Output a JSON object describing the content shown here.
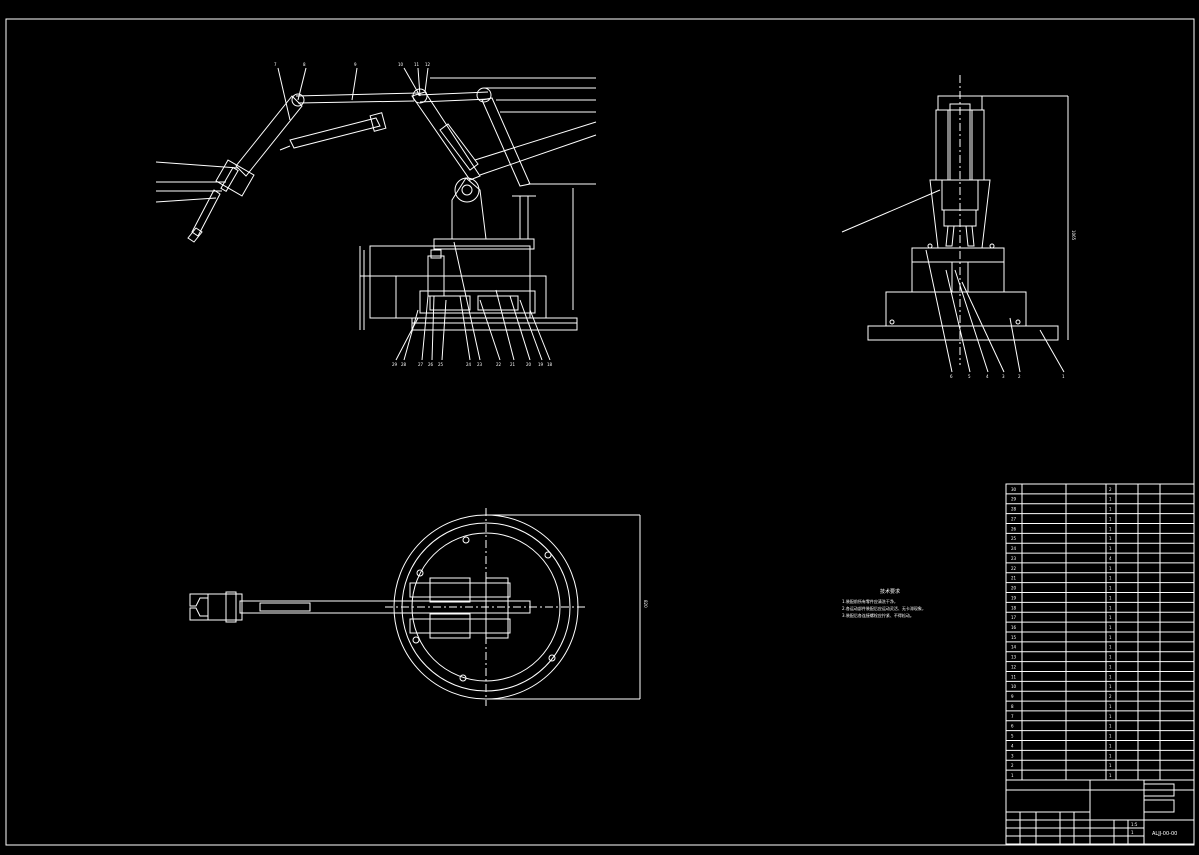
{
  "drawing": {
    "title_block": {
      "drawing_number": "ALJJ-00-00",
      "scale": "1:5",
      "sheet_label": "1"
    },
    "notes": {
      "heading": "技术要求",
      "lines": [
        "1.装配前所有零件应清洗干净，",
        "2.各运动部件装配后应运动灵活、无卡滞现象，",
        "3.装配后各连接螺栓应拧紧、不得松动。"
      ]
    },
    "side_view_balloons_top": [
      "7",
      "8",
      "9",
      "10",
      "11",
      "12"
    ],
    "side_view_balloons_bottom": [
      "29",
      "28",
      "27",
      "26",
      "25",
      "24",
      "23",
      "22",
      "21",
      "20",
      "19",
      "18"
    ],
    "front_view_balloons_bottom": [
      "6",
      "5",
      "4",
      "3",
      "2",
      "1"
    ],
    "front_view_dimension": "1065",
    "plan_view_dimension": "820",
    "parts_list": {
      "rows": [
        {
          "no": "30",
          "qty": "2"
        },
        {
          "no": "29",
          "qty": "1"
        },
        {
          "no": "28",
          "qty": "1"
        },
        {
          "no": "27",
          "qty": "1"
        },
        {
          "no": "26",
          "qty": "1"
        },
        {
          "no": "25",
          "qty": "1"
        },
        {
          "no": "24",
          "qty": "1"
        },
        {
          "no": "23",
          "qty": "4"
        },
        {
          "no": "22",
          "qty": "1"
        },
        {
          "no": "21",
          "qty": "1"
        },
        {
          "no": "20",
          "qty": "1"
        },
        {
          "no": "19",
          "qty": "1"
        },
        {
          "no": "18",
          "qty": "1"
        },
        {
          "no": "17",
          "qty": "1"
        },
        {
          "no": "16",
          "qty": "1"
        },
        {
          "no": "15",
          "qty": "1"
        },
        {
          "no": "14",
          "qty": "1"
        },
        {
          "no": "13",
          "qty": "1"
        },
        {
          "no": "12",
          "qty": "1"
        },
        {
          "no": "11",
          "qty": "1"
        },
        {
          "no": "10",
          "qty": "1"
        },
        {
          "no": "9",
          "qty": "2"
        },
        {
          "no": "8",
          "qty": "1"
        },
        {
          "no": "7",
          "qty": "1"
        },
        {
          "no": "6",
          "qty": "1"
        },
        {
          "no": "5",
          "qty": "1"
        },
        {
          "no": "4",
          "qty": "1"
        },
        {
          "no": "3",
          "qty": "1"
        },
        {
          "no": "2",
          "qty": "1"
        },
        {
          "no": "1",
          "qty": "1"
        }
      ]
    }
  }
}
